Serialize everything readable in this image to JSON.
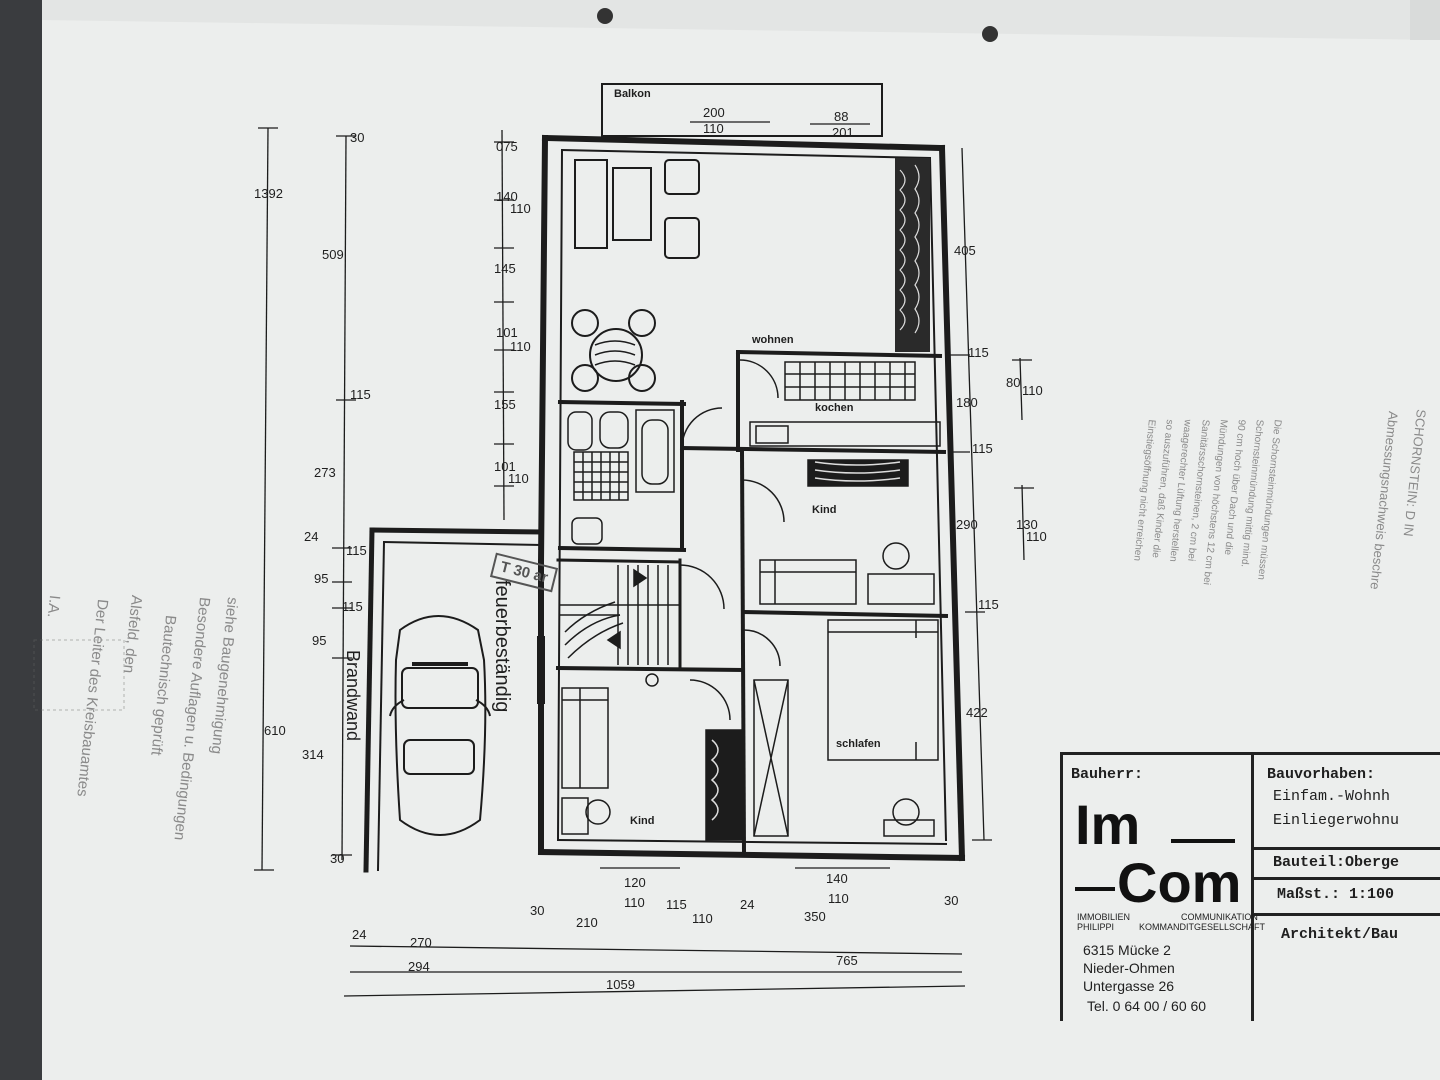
{
  "plan": {
    "balcony_label": "Balkon",
    "rooms": {
      "wohnen": "wohnen",
      "kochen": "kochen",
      "kind_upper": "Kind",
      "schlafen": "schlafen",
      "kind_lower": "Kind"
    },
    "wall_labels": {
      "feuerbestaendig": "feuerbeständig",
      "brandwand": "Brandwand",
      "stamp": "T 30",
      "stamp_suffix": "ar"
    },
    "top_dims": [
      {
        "upper": "200",
        "lower": "110"
      },
      {
        "upper": "88",
        "lower": "201"
      }
    ],
    "left_outer": [
      "30",
      "1392",
      "509",
      "115",
      "273",
      "24",
      "115",
      "95",
      "115",
      "95",
      "610",
      "314",
      "30"
    ],
    "left_inner": [
      "075",
      "140",
      "110",
      "145",
      "101",
      "110",
      "155",
      "101",
      "110"
    ],
    "right_dims": [
      "405",
      "115",
      "180",
      "115",
      "290",
      "115",
      "422"
    ],
    "right_windows": [
      {
        "upper": "80",
        "lower": "110"
      },
      {
        "upper": "130",
        "lower": "110"
      }
    ],
    "bottom_windows": [
      {
        "upper": "120",
        "lower": "110"
      },
      {
        "upper": "140",
        "lower": "110"
      }
    ],
    "bottom_chain1": [
      "24",
      "270",
      "30",
      "210",
      "115",
      "110",
      "24",
      "350",
      "30"
    ],
    "bottom_chain2": [
      "294",
      "765"
    ],
    "bottom_total": "1059"
  },
  "left_notes": [
    "siehe Baugenehmigung",
    "Besondere Auflagen u. Bedingungen",
    "Bautechnisch geprüft",
    "Alsfeld, den",
    "Der Leiter des Kreisbauamtes",
    "I.A."
  ],
  "right_notes": {
    "heading": "SCHORNSTEIN: D IN",
    "subheading": "Abmessungsnachweis beschre",
    "lines": [
      "Die Schornsteinmündungen müssen",
      "Schornsteinmündung mittig mind.",
      "90 cm hoch über Dach und die",
      "Mündungen von höchstens 12 cm bei",
      "Sanitärsschornsteinen, 2 cm bei",
      "waagerechter Lüftung herstellen",
      "so auszuführen, daß Kinder die",
      "Einstiegsöffnung nicht erreichen"
    ]
  },
  "title_block": {
    "bauherr_label": "Bauherr:",
    "logo_im": "Im",
    "logo_com": "Com",
    "logo_tagline_left1": "IMMOBILIEN",
    "logo_tagline_right1": "COMMUNIKATION",
    "logo_tagline_left2": "PHILIPPI",
    "logo_tagline_right2": "KOMMANDITGESELLSCHAFT",
    "address_line1": "6315 Mücke 2",
    "address_line2": "Nieder-Ohmen",
    "address_line3": "Untergasse 26",
    "phone": "Tel. 0 64 00 / 60 60",
    "bauvorhaben_label": "Bauvorhaben:",
    "bauvorhaben_line1": "Einfam.-Wohnh",
    "bauvorhaben_line2": "Einliegerwohnu",
    "bauteil_label": "Bauteil:",
    "bauteil_value": "Oberge",
    "massstab_label": "Maßst.:",
    "massstab_value": "1:100",
    "architekt_label": "Architekt/Bau"
  },
  "colors": {
    "paper": "#f1f2f1",
    "ink": "#1f1f1f",
    "background": "#2c2e31"
  }
}
